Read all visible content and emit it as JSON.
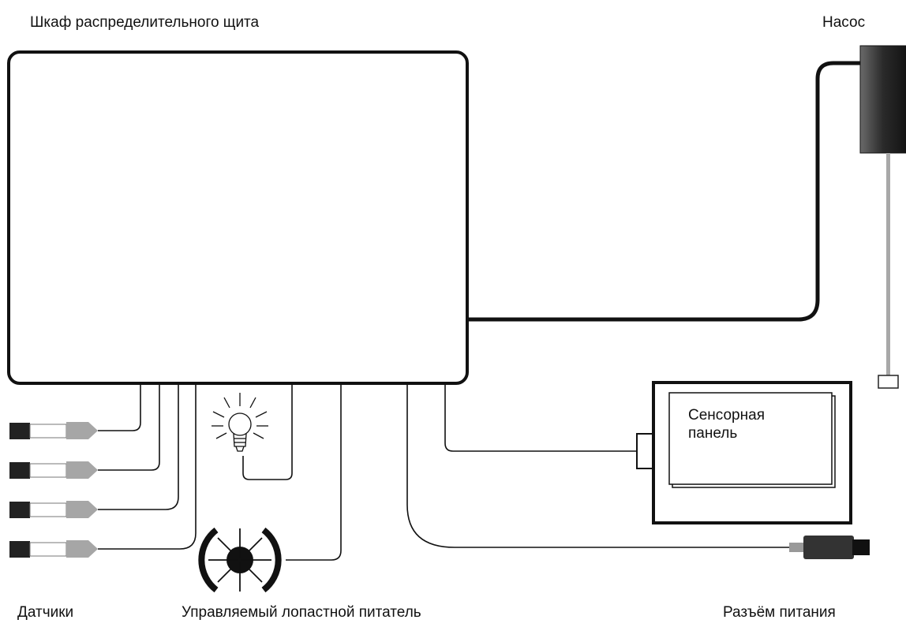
{
  "labels": {
    "cabinet": "Шкаф распределительного щита",
    "pump": "Насос",
    "touch_panel_line1": "Сенсорная",
    "touch_panel_line2": "панель",
    "sensors": "Датчики",
    "feeder": "Управляемый лопастной питатель",
    "power": "Разъём питания"
  },
  "icons": [
    "probe-icon",
    "bulb-icon",
    "paddle-feeder-icon",
    "power-plug-icon",
    "pump-icon"
  ],
  "colors": {
    "line": "#111111",
    "probe_dark": "#222222",
    "probe_light": "#a6a6a6",
    "pump_dark": "#1c1c1c",
    "pump_mid": "#6a6a6a"
  }
}
